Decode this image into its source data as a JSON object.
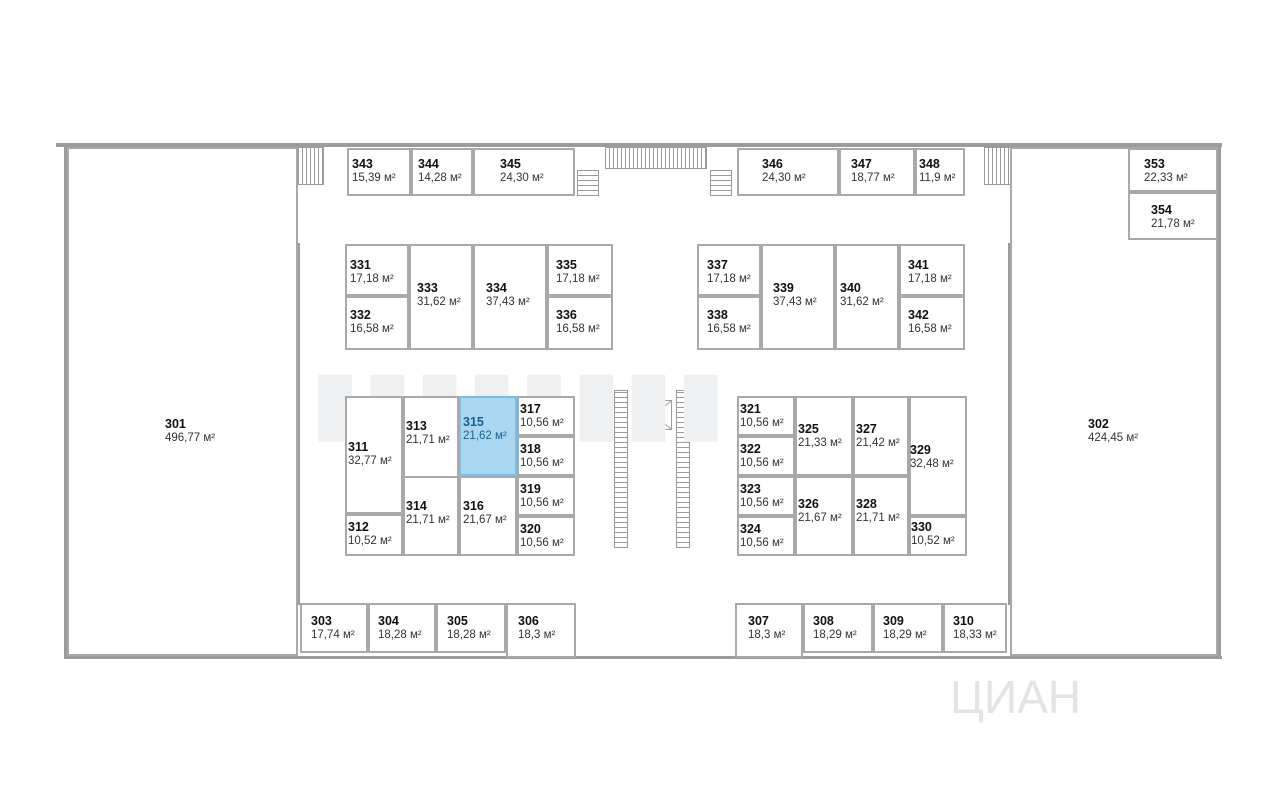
{
  "units": {
    "301": {
      "number": "301",
      "area": "496,77 м²"
    },
    "302": {
      "number": "302",
      "area": "424,45 м²"
    },
    "303": {
      "number": "303",
      "area": "17,74 м²"
    },
    "304": {
      "number": "304",
      "area": "18,28 м²"
    },
    "305": {
      "number": "305",
      "area": "18,28 м²"
    },
    "306": {
      "number": "306",
      "area": "18,3 м²"
    },
    "307": {
      "number": "307",
      "area": "18,3 м²"
    },
    "308": {
      "number": "308",
      "area": "18,29 м²"
    },
    "309": {
      "number": "309",
      "area": "18,29 м²"
    },
    "310": {
      "number": "310",
      "area": "18,33 м²"
    },
    "311": {
      "number": "311",
      "area": "32,77 м²"
    },
    "312": {
      "number": "312",
      "area": "10,52 м²"
    },
    "313": {
      "number": "313",
      "area": "21,71 м²"
    },
    "314": {
      "number": "314",
      "area": "21,71 м²"
    },
    "315": {
      "number": "315",
      "area": "21,62 м²"
    },
    "316": {
      "number": "316",
      "area": "21,67 м²"
    },
    "317": {
      "number": "317",
      "area": "10,56 м²"
    },
    "318": {
      "number": "318",
      "area": "10,56 м²"
    },
    "319": {
      "number": "319",
      "area": "10,56 м²"
    },
    "320": {
      "number": "320",
      "area": "10,56 м²"
    },
    "321": {
      "number": "321",
      "area": "10,56 м²"
    },
    "322": {
      "number": "322",
      "area": "10,56 м²"
    },
    "323": {
      "number": "323",
      "area": "10,56 м²"
    },
    "324": {
      "number": "324",
      "area": "10,56 м²"
    },
    "325": {
      "number": "325",
      "area": "21,33 м²"
    },
    "326": {
      "number": "326",
      "area": "21,67 м²"
    },
    "327": {
      "number": "327",
      "area": "21,42 м²"
    },
    "328": {
      "number": "328",
      "area": "21,71 м²"
    },
    "329": {
      "number": "329",
      "area": "32,48 м²"
    },
    "330": {
      "number": "330",
      "area": "10,52 м²"
    },
    "331": {
      "number": "331",
      "area": "17,18 м²"
    },
    "332": {
      "number": "332",
      "area": "16,58 м²"
    },
    "333": {
      "number": "333",
      "area": "31,62 м²"
    },
    "334": {
      "number": "334",
      "area": "37,43 м²"
    },
    "335": {
      "number": "335",
      "area": "17,18 м²"
    },
    "336": {
      "number": "336",
      "area": "16,58 м²"
    },
    "337": {
      "number": "337",
      "area": "17,18 м²"
    },
    "338": {
      "number": "338",
      "area": "16,58 м²"
    },
    "339": {
      "number": "339",
      "area": "37,43 м²"
    },
    "340": {
      "number": "340",
      "area": "31,62 м²"
    },
    "341": {
      "number": "341",
      "area": "17,18 м²"
    },
    "342": {
      "number": "342",
      "area": "16,58 м²"
    },
    "343": {
      "number": "343",
      "area": "15,39 м²"
    },
    "344": {
      "number": "344",
      "area": "14,28 м²"
    },
    "345": {
      "number": "345",
      "area": "24,30 м²"
    },
    "346": {
      "number": "346",
      "area": "24,30 м²"
    },
    "347": {
      "number": "347",
      "area": "18,77 м²"
    },
    "348": {
      "number": "348",
      "area": "11,9 м²"
    },
    "353": {
      "number": "353",
      "area": "22,33 м²"
    },
    "354": {
      "number": "354",
      "area": "21,78 м²"
    }
  },
  "selected_unit": "315",
  "colors": {
    "selected_fill": "#a9d7f2",
    "wall": "#9c9c9c",
    "background": "#ffffff"
  },
  "watermark": "ЦИАН"
}
